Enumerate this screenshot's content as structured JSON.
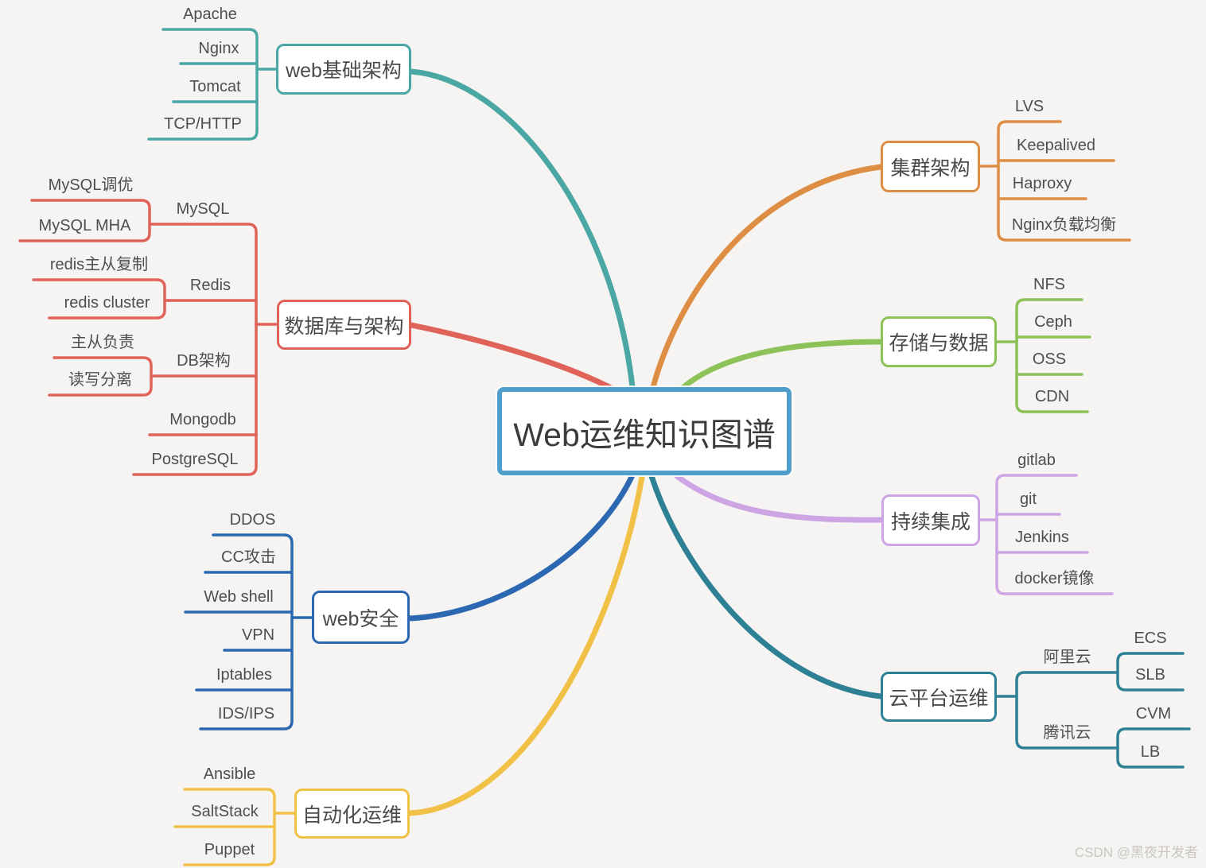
{
  "center": {
    "label": "Web运维知识图谱"
  },
  "watermark": "CSDN @黑夜开发者",
  "branches": [
    {
      "label": "web基础架构",
      "color": "#4ba7a4",
      "children": [
        {
          "label": "Apache"
        },
        {
          "label": "Nginx"
        },
        {
          "label": "Tomcat"
        },
        {
          "label": "TCP/HTTP"
        }
      ]
    },
    {
      "label": "数据库与架构",
      "color": "#e0635a",
      "children": [
        {
          "label": "MySQL",
          "children": [
            {
              "label": "MySQL调优"
            },
            {
              "label": "MySQL MHA"
            }
          ]
        },
        {
          "label": "Redis",
          "children": [
            {
              "label": "redis主从复制"
            },
            {
              "label": "redis cluster"
            }
          ]
        },
        {
          "label": "DB架构",
          "children": [
            {
              "label": "主从负责"
            },
            {
              "label": "读写分离"
            }
          ]
        },
        {
          "label": "Mongodb"
        },
        {
          "label": "PostgreSQL"
        }
      ]
    },
    {
      "label": "web安全",
      "color": "#2c68b2",
      "children": [
        {
          "label": "DDOS"
        },
        {
          "label": "CC攻击"
        },
        {
          "label": "Web shell"
        },
        {
          "label": "VPN"
        },
        {
          "label": "Iptables"
        },
        {
          "label": "IDS/IPS"
        }
      ]
    },
    {
      "label": "自动化运维",
      "color": "#f0c146",
      "children": [
        {
          "label": "Ansible"
        },
        {
          "label": "SaltStack"
        },
        {
          "label": "Puppet"
        }
      ]
    },
    {
      "label": "集群架构",
      "color": "#de8e44",
      "children": [
        {
          "label": "LVS"
        },
        {
          "label": "Keepalived"
        },
        {
          "label": "Haproxy"
        },
        {
          "label": "Nginx负载均衡"
        }
      ]
    },
    {
      "label": "存储与数据",
      "color": "#8dc259",
      "children": [
        {
          "label": "NFS"
        },
        {
          "label": "Ceph"
        },
        {
          "label": "OSS"
        },
        {
          "label": "CDN"
        }
      ]
    },
    {
      "label": "持续集成",
      "color": "#cda5e4",
      "children": [
        {
          "label": "gitlab"
        },
        {
          "label": "git"
        },
        {
          "label": "Jenkins"
        },
        {
          "label": "docker镜像"
        }
      ]
    },
    {
      "label": "云平台运维",
      "color": "#2e8095",
      "children": [
        {
          "label": "阿里云",
          "children": [
            {
              "label": "ECS"
            },
            {
              "label": "SLB"
            }
          ]
        },
        {
          "label": "腾讯云",
          "children": [
            {
              "label": "CVM"
            },
            {
              "label": "LB"
            }
          ]
        }
      ]
    }
  ]
}
